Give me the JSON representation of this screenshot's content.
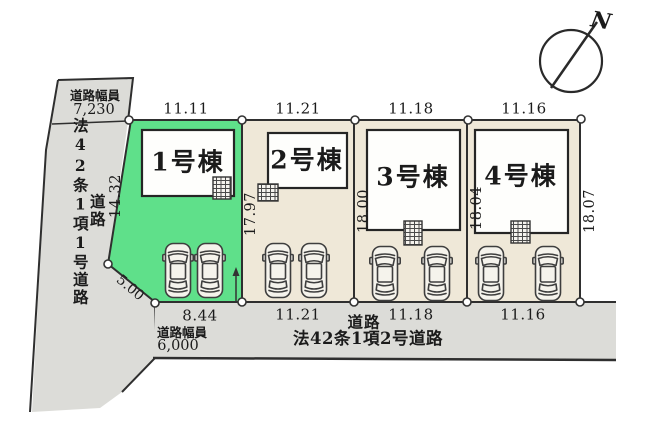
{
  "compass": {
    "north_label": "N"
  },
  "left_road": {
    "width_label": "道路幅員",
    "width_value": "7,230",
    "name": "道路",
    "law": "法42条1項1号道路",
    "depth_dim": "14.32",
    "diagonal_dim": "5.00"
  },
  "bottom_road": {
    "width_label": "道路幅員",
    "width_value": "6,000",
    "name": "道路",
    "law": "法42条1項2号道路"
  },
  "lots": [
    {
      "name": "1号棟",
      "top_dim": "11.11",
      "bottom_dim": "8.44",
      "highlighted": true
    },
    {
      "name": "2号棟",
      "top_dim": "11.21",
      "bottom_dim": "11.21",
      "highlighted": false
    },
    {
      "name": "3号棟",
      "top_dim": "11.18",
      "bottom_dim": "11.18",
      "highlighted": false
    },
    {
      "name": "4号棟",
      "top_dim": "11.16",
      "bottom_dim": "11.16",
      "highlighted": false
    }
  ],
  "side_dims": [
    "17.97",
    "18.00",
    "18.04",
    "18.07"
  ],
  "colors": {
    "lot_highlight": "#5fe08a",
    "lot_fill": "#efe8d8",
    "road_fill": "#dcdcd8",
    "building_fill": "#fefefc",
    "line": "#2f2f2f"
  }
}
